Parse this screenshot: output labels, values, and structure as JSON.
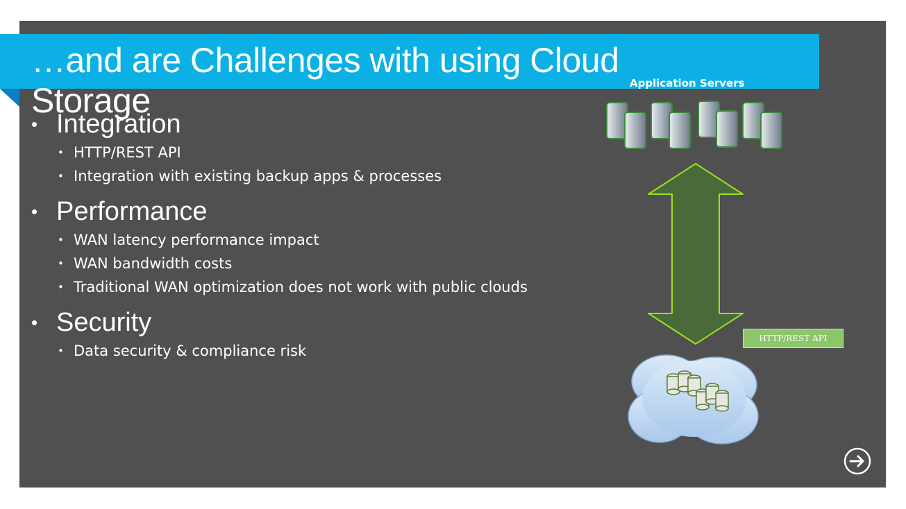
{
  "slide": {
    "title": "…and are Challenges with using Cloud Storage",
    "sections": [
      {
        "heading": "Integration",
        "items": [
          "HTTP/REST API",
          "Integration with existing backup apps & processes"
        ]
      },
      {
        "heading": "Performance",
        "items": [
          "WAN latency performance impact",
          "WAN bandwidth costs",
          "Traditional WAN optimization does not work with public clouds"
        ]
      },
      {
        "heading": "Security",
        "items": [
          "Data security & compliance risk"
        ]
      }
    ]
  },
  "diagram": {
    "app_servers_label": "Application Servers",
    "api_label": "HTTP/REST API",
    "icons": [
      "server-icon",
      "bidirectional-arrow-icon",
      "cloud-icon",
      "database-icon"
    ]
  },
  "nav": {
    "next_icon": "circle-arrow-right-icon"
  },
  "colors": {
    "title_bar": "#0cb0e4",
    "slide_bg": "#505050",
    "arrow_fill": "#4a6a3a",
    "arrow_stroke": "#9be020",
    "badge": "#8dc56a"
  }
}
